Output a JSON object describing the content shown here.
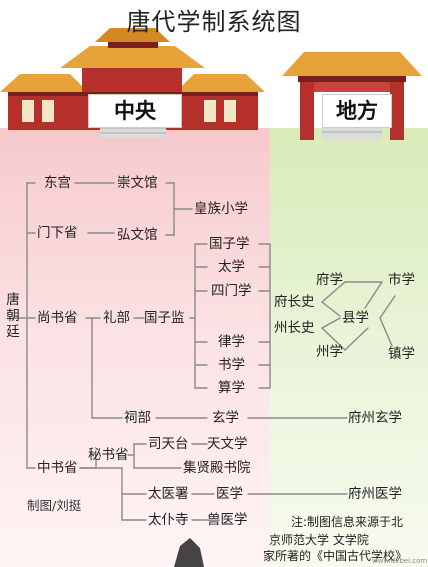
{
  "title": "唐代学制系统图",
  "sections": {
    "central": "中央",
    "local": "地方"
  },
  "nodes": {
    "tang_court": "唐朝廷",
    "donggong": "东宫",
    "menxia": "门下省",
    "shangshu": "尚书省",
    "zhongshu": "中书省",
    "chongwen": "崇文馆",
    "hongwen": "弘文馆",
    "huangzu": "皇族小学",
    "libu": "礼部",
    "guozijian": "国子监",
    "guozixue": "国子学",
    "taixue": "太学",
    "simen": "四门学",
    "lvxue": "律学",
    "shuxue": "书学",
    "suanxue": "算学",
    "cibu": "祠部",
    "xuanxue": "玄学",
    "fuzhou_xuanxue": "府州玄学",
    "mishu": "秘书省",
    "sitiantai": "司天台",
    "tianwen": "天文学",
    "jixian": "集贤殿书院",
    "taiyi": "太医署",
    "yixue": "医学",
    "fuzhou_yixue": "府州医学",
    "taipu": "太仆寺",
    "shouyi": "兽医学",
    "fuzhangshi": "府长史",
    "zhouzhangshi": "州长史",
    "fuxue": "府学",
    "zhouxue": "州学",
    "xianxue": "县学",
    "shixue": "市学",
    "zhenxue": "镇学"
  },
  "credit": "制图/刘挺",
  "note": {
    "line1": "注:制图信息来源于北",
    "line2": "京师范大学  文学院",
    "line3": "家所著的《中国古代学校》"
  },
  "watermark": "www.dxbei.com",
  "colors": {
    "central_bg": "#f6c9cc",
    "local_bg": "#d8ebb8",
    "roof": "#e8a23a",
    "wall": "#b5302a"
  }
}
